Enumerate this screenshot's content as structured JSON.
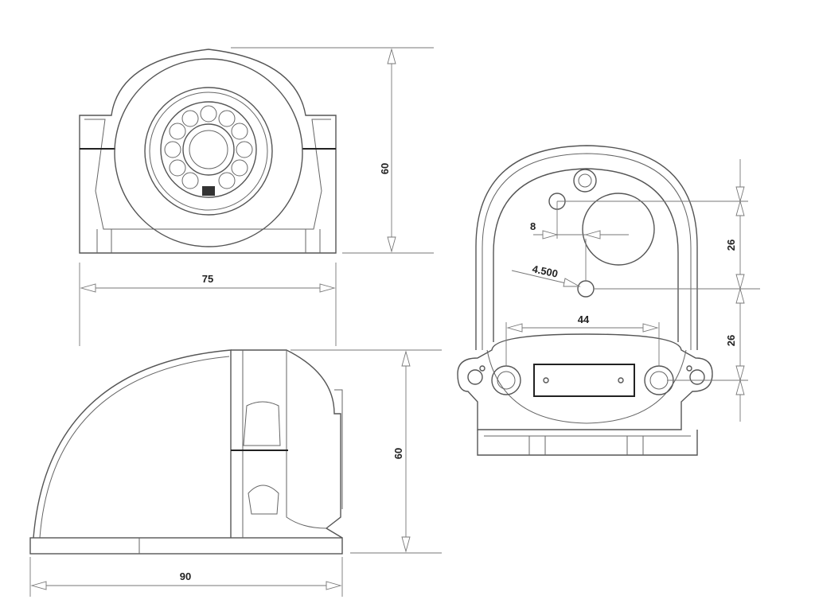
{
  "drawing": {
    "front_view": {
      "height_label": "60",
      "width_label": "75"
    },
    "side_view": {
      "height_label": "60",
      "length_label": "90"
    },
    "back_view": {
      "offset_label": "8",
      "hole_label": "4.500",
      "hole_spacing_label": "44",
      "upper_spacing_label": "26",
      "lower_spacing_label": "26"
    }
  }
}
